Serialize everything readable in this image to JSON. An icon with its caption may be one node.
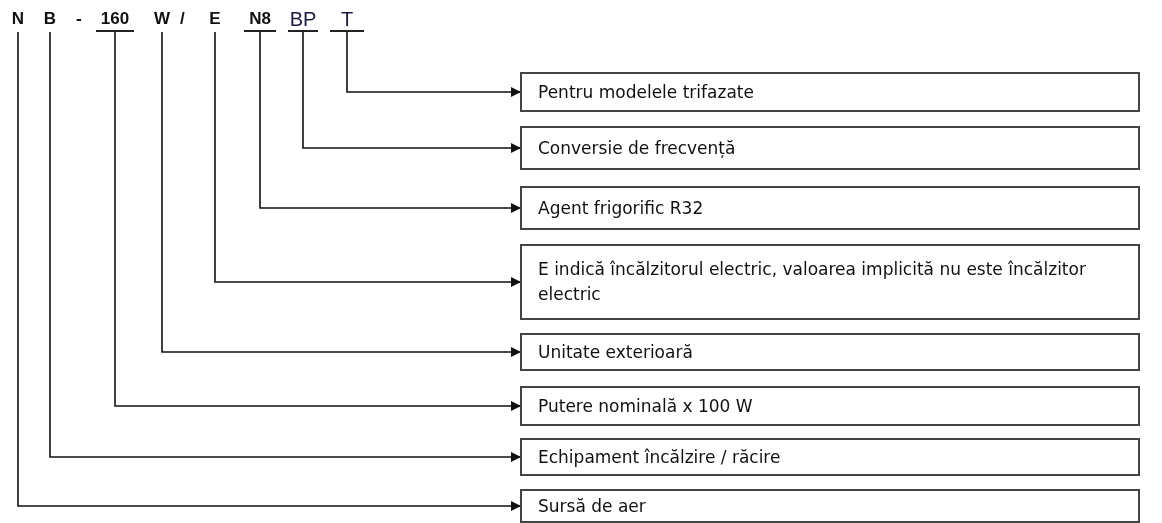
{
  "diagram": {
    "nodes": [
      {
        "text": [
          "N"
        ]
      },
      {
        "text": [
          "B"
        ]
      },
      {
        "text": [
          "160"
        ]
      },
      {
        "text": [
          "W"
        ]
      },
      {
        "text": [
          "E"
        ]
      },
      {
        "text": [
          "N8"
        ]
      },
      {
        "text": [
          "BP"
        ]
      },
      {
        "text": [
          "T"
        ]
      },
      {
        "text": [
          "Pentru modelele trifazate"
        ]
      },
      {
        "text": [
          "Conversie de frecvență"
        ]
      },
      {
        "text": [
          "Agent frigorific R32"
        ]
      },
      {
        "text": [
          "E indică încălzitorul electric, valoarea implicită nu este încălzitor electric"
        ]
      },
      {
        "text": [
          "Unitate exterioară"
        ]
      },
      {
        "text": [
          "Putere nominală x 100 W"
        ]
      },
      {
        "text": [
          "Echipament încălzire / răcire"
        ]
      },
      {
        "text": [
          "Sursă de aer"
        ]
      }
    ],
    "edges": [
      {
        "from": 7,
        "to": 8,
        "arrow": "to"
      },
      {
        "from": 6,
        "to": 9,
        "arrow": "to"
      },
      {
        "from": 5,
        "to": 10,
        "arrow": "to"
      },
      {
        "from": 4,
        "to": 11,
        "arrow": "to"
      },
      {
        "from": 3,
        "to": 12,
        "arrow": "to"
      },
      {
        "from": 2,
        "to": 13,
        "arrow": "to"
      },
      {
        "from": 1,
        "to": 14,
        "arrow": "to"
      },
      {
        "from": 0,
        "to": 15,
        "arrow": "to"
      }
    ],
    "labels": [
      "-",
      "/"
    ]
  }
}
